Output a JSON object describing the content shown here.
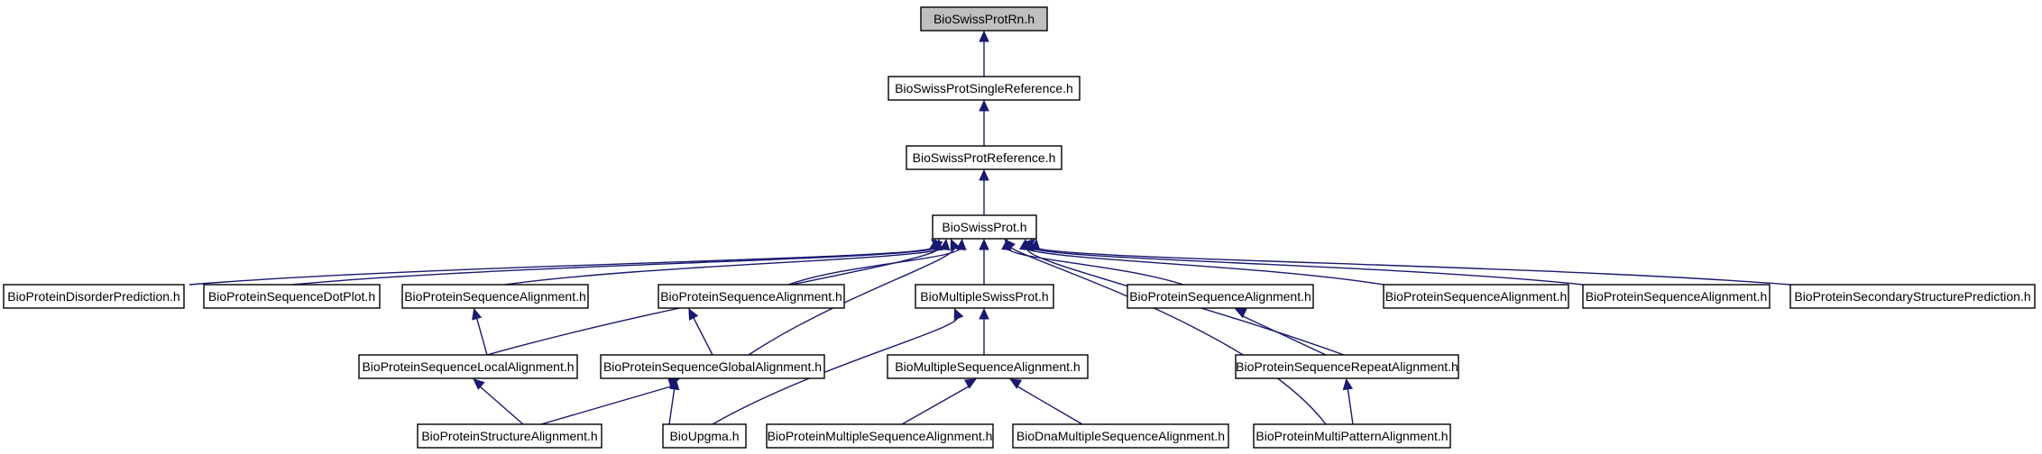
{
  "graph": {
    "colors": {
      "edge": "#191970",
      "node_fill": "#ffffff",
      "root_fill": "#bfbfbf",
      "border": "#000000"
    },
    "nodes": [
      {
        "id": "n0",
        "label": "BioSwissProtRn.h",
        "root": true
      },
      {
        "id": "n1",
        "label": "BioSwissProtSingleReference.h"
      },
      {
        "id": "n2",
        "label": "BioSwissProtReference.h"
      },
      {
        "id": "n3",
        "label": "BioSwissProt.h"
      },
      {
        "id": "n4",
        "label": "BioProteinDisorderPrediction.h"
      },
      {
        "id": "n5",
        "label": "BioProteinSequenceDotPlot.h"
      },
      {
        "id": "n6",
        "label": "BioProteinSequenceAlignment.h"
      },
      {
        "id": "n7",
        "label": "BioProteinSequenceAlignment.h"
      },
      {
        "id": "n8",
        "label": "BioMultipleSwissProt.h"
      },
      {
        "id": "n9",
        "label": "BioProteinSequenceAlignment.h"
      },
      {
        "id": "n10",
        "label": "BioProteinSequenceAlignment.h"
      },
      {
        "id": "n11",
        "label": "BioProteinSequenceAlignment.h"
      },
      {
        "id": "n12",
        "label": "BioProteinSecondaryStructurePrediction.h"
      },
      {
        "id": "n13",
        "label": "BioProteinSequenceLocalAlignment.h"
      },
      {
        "id": "n14",
        "label": "BioProteinSequenceGlobalAlignment.h"
      },
      {
        "id": "n15",
        "label": "BioMultipleSequenceAlignment.h"
      },
      {
        "id": "n16",
        "label": "BioProteinSequenceRepeatAlignment.h"
      },
      {
        "id": "n17",
        "label": "BioProteinStructureAlignment.h"
      },
      {
        "id": "n18",
        "label": "BioUpgma.h"
      },
      {
        "id": "n19",
        "label": "BioProteinMultipleSequenceAlignment.h"
      },
      {
        "id": "n20",
        "label": "BioDnaMultipleSequenceAlignment.h"
      },
      {
        "id": "n21",
        "label": "BioProteinMultiPatternAlignment.h"
      }
    ],
    "edges": [
      {
        "from": "n1",
        "to": "n0"
      },
      {
        "from": "n2",
        "to": "n1"
      },
      {
        "from": "n3",
        "to": "n2"
      },
      {
        "from": "n4",
        "to": "n3"
      },
      {
        "from": "n5",
        "to": "n3"
      },
      {
        "from": "n6",
        "to": "n3"
      },
      {
        "from": "n7",
        "to": "n3"
      },
      {
        "from": "n8",
        "to": "n3"
      },
      {
        "from": "n9",
        "to": "n3"
      },
      {
        "from": "n10",
        "to": "n3"
      },
      {
        "from": "n11",
        "to": "n3"
      },
      {
        "from": "n12",
        "to": "n3"
      },
      {
        "from": "n13",
        "to": "n3"
      },
      {
        "from": "n14",
        "to": "n3"
      },
      {
        "from": "n16",
        "to": "n3"
      },
      {
        "from": "n21",
        "to": "n3"
      },
      {
        "from": "n13",
        "to": "n6"
      },
      {
        "from": "n14",
        "to": "n7"
      },
      {
        "from": "n15",
        "to": "n8"
      },
      {
        "from": "n18",
        "to": "n8"
      },
      {
        "from": "n16",
        "to": "n9"
      },
      {
        "from": "n17",
        "to": "n13"
      },
      {
        "from": "n17",
        "to": "n14"
      },
      {
        "from": "n18",
        "to": "n14"
      },
      {
        "from": "n19",
        "to": "n15"
      },
      {
        "from": "n20",
        "to": "n15"
      },
      {
        "from": "n21",
        "to": "n16"
      }
    ]
  }
}
